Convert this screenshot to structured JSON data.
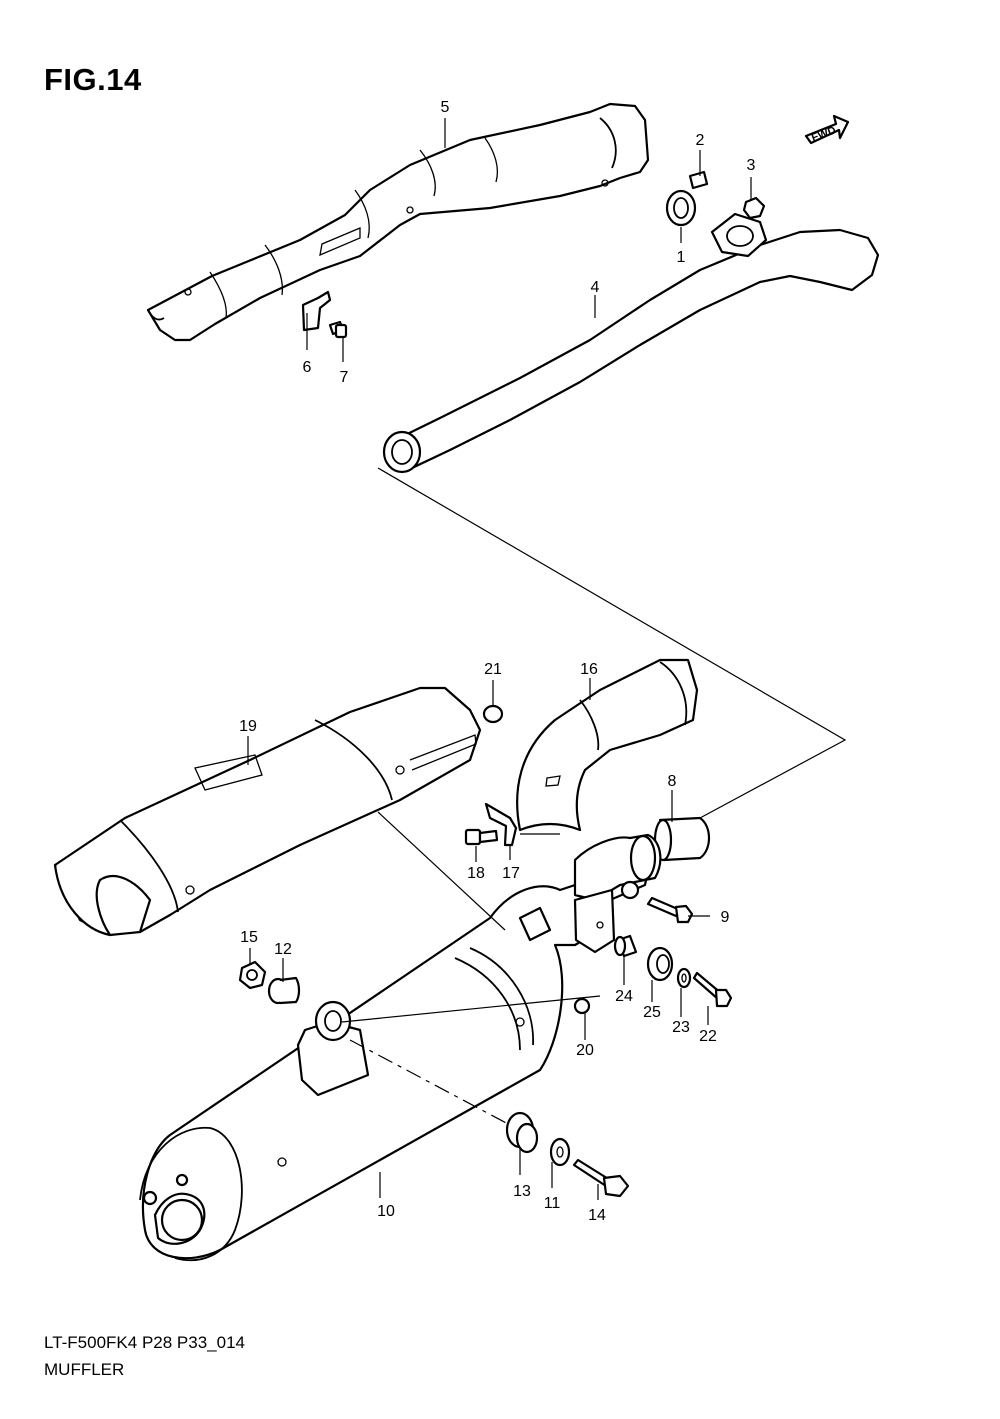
{
  "figure": {
    "title": "FIG.14",
    "code": "LT-F500FK4 P28 P33_014",
    "name": "MUFFLER",
    "forward_label": "FWD"
  },
  "callouts": [
    {
      "id": "1",
      "label": "1"
    },
    {
      "id": "2",
      "label": "2"
    },
    {
      "id": "3",
      "label": "3"
    },
    {
      "id": "4",
      "label": "4"
    },
    {
      "id": "5",
      "label": "5"
    },
    {
      "id": "6",
      "label": "6"
    },
    {
      "id": "7",
      "label": "7"
    },
    {
      "id": "8",
      "label": "8"
    },
    {
      "id": "9",
      "label": "9"
    },
    {
      "id": "10",
      "label": "10"
    },
    {
      "id": "11",
      "label": "11"
    },
    {
      "id": "12",
      "label": "12"
    },
    {
      "id": "13",
      "label": "13"
    },
    {
      "id": "14",
      "label": "14"
    },
    {
      "id": "15",
      "label": "15"
    },
    {
      "id": "16",
      "label": "16"
    },
    {
      "id": "17",
      "label": "17"
    },
    {
      "id": "18",
      "label": "18"
    },
    {
      "id": "19",
      "label": "19"
    },
    {
      "id": "20",
      "label": "20"
    },
    {
      "id": "21",
      "label": "21"
    },
    {
      "id": "22",
      "label": "22"
    },
    {
      "id": "23",
      "label": "23"
    },
    {
      "id": "24",
      "label": "24"
    },
    {
      "id": "25",
      "label": "25"
    }
  ]
}
